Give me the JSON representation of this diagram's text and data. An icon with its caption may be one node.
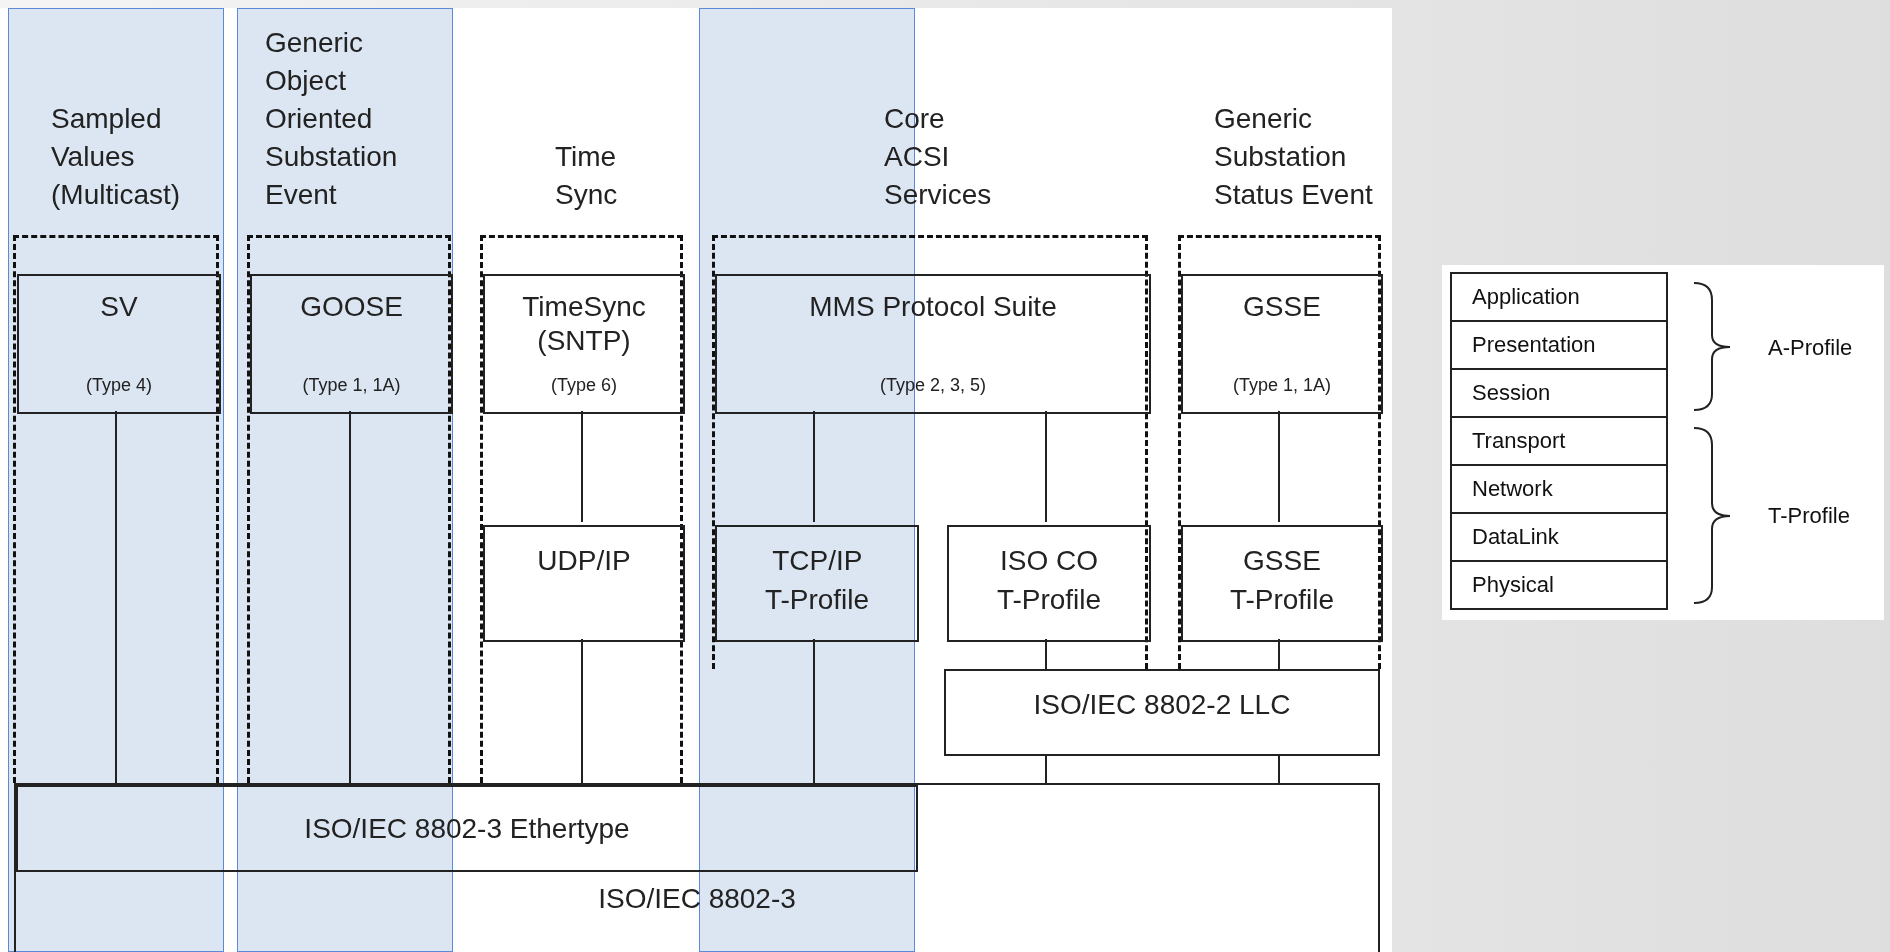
{
  "diagram": {
    "nodes": [
      {
        "text": [
          "Sampled Values (Multicast)"
        ]
      },
      {
        "text": [
          "SV",
          "(Type 4)"
        ],
        "in": 0
      },
      {
        "text": [
          "Generic Object Oriented Substation Event"
        ]
      },
      {
        "text": [
          "GOOSE",
          "(Type 1, 1A)"
        ],
        "in": 2
      },
      {
        "text": [
          "Time Sync"
        ]
      },
      {
        "text": [
          "TimeSync (SNTP)",
          "(Type 6)"
        ],
        "in": 4
      },
      {
        "text": [
          "UDP/IP"
        ],
        "in": 4
      },
      {
        "text": [
          "Core ACSI Services"
        ]
      },
      {
        "text": [
          "MMS Protocol Suite",
          "(Type 2, 3, 5)"
        ],
        "in": 7
      },
      {
        "text": [
          "TCP/IP T-Profile"
        ],
        "in": 7
      },
      {
        "text": [
          "ISO CO T-Profile"
        ],
        "in": 7
      },
      {
        "text": [
          "Generic Substation Status Event"
        ]
      },
      {
        "text": [
          "GSSE",
          "(Type 1, 1A)"
        ],
        "in": 11
      },
      {
        "text": [
          "GSSE T-Profile"
        ],
        "in": 11
      },
      {
        "text": [
          "ISO/IEC 8802-2 LLC"
        ]
      },
      {
        "text": [
          "ISO/IEC 8802-3"
        ]
      },
      {
        "text": [
          "ISO/IEC 8802-3 Ethertype"
        ],
        "in": 15
      },
      {
        "text": [
          "Application"
        ]
      },
      {
        "text": [
          "Presentation"
        ]
      },
      {
        "text": [
          "Session"
        ]
      },
      {
        "text": [
          "Transport"
        ]
      },
      {
        "text": [
          "Network"
        ]
      },
      {
        "text": [
          "DataLink"
        ]
      },
      {
        "text": [
          "Physical"
        ]
      }
    ],
    "edges": [
      {
        "from": 1,
        "to": 16,
        "arrow": "none"
      },
      {
        "from": 3,
        "to": 16,
        "arrow": "none"
      },
      {
        "from": 5,
        "to": 6,
        "arrow": "none"
      },
      {
        "from": 6,
        "to": 16,
        "arrow": "none"
      },
      {
        "from": 8,
        "to": 9,
        "arrow": "none"
      },
      {
        "from": 9,
        "to": 16,
        "arrow": "none"
      },
      {
        "from": 8,
        "to": 10,
        "arrow": "none"
      },
      {
        "from": 10,
        "to": 14,
        "arrow": "none"
      },
      {
        "from": 14,
        "to": 15,
        "arrow": "none"
      },
      {
        "from": 12,
        "to": 13,
        "arrow": "none"
      },
      {
        "from": 13,
        "to": 14,
        "arrow": "none"
      },
      {
        "from": 14,
        "to": 15,
        "arrow": "none"
      }
    ],
    "labels": [
      "A-Profile",
      "T-Profile"
    ]
  }
}
